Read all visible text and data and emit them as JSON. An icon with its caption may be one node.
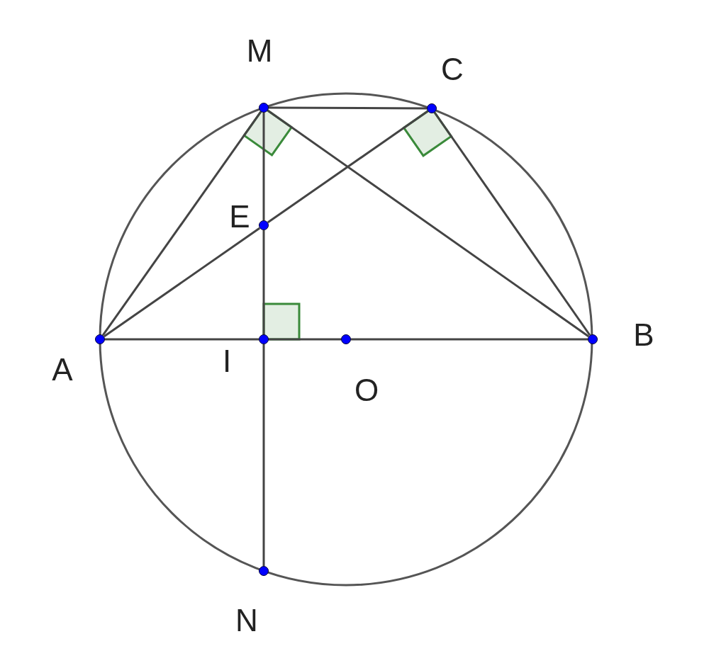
{
  "diagram": {
    "nodes": [
      {
        "text": [],
        "shape": "circle",
        "beside": [
          "M"
        ]
      },
      {
        "text": [],
        "shape": "circle",
        "beside": [
          "C"
        ]
      },
      {
        "text": [],
        "shape": "circle",
        "beside": [
          "E"
        ]
      },
      {
        "text": [],
        "shape": "circle",
        "beside": [
          "A"
        ]
      },
      {
        "text": [],
        "shape": "circle",
        "beside": [
          "I"
        ]
      },
      {
        "text": [],
        "shape": "circle",
        "beside": [
          "O"
        ]
      },
      {
        "text": [],
        "shape": "circle",
        "beside": [
          "B"
        ]
      },
      {
        "text": [],
        "shape": "circle",
        "beside": [
          "N"
        ]
      }
    ],
    "edges": [
      {
        "from": 0,
        "to": 1,
        "arrow": "none"
      },
      {
        "from": 0,
        "to": 3,
        "arrow": "none"
      },
      {
        "from": 0,
        "to": 6,
        "arrow": "none"
      },
      {
        "from": 3,
        "to": 2,
        "arrow": "none"
      },
      {
        "from": 2,
        "to": 1,
        "arrow": "none"
      },
      {
        "from": 1,
        "to": 6,
        "arrow": "none"
      },
      {
        "from": 3,
        "to": 4,
        "arrow": "none"
      },
      {
        "from": 4,
        "to": 5,
        "arrow": "none"
      },
      {
        "from": 5,
        "to": 6,
        "arrow": "none"
      },
      {
        "from": 0,
        "to": 2,
        "arrow": "none"
      },
      {
        "from": 2,
        "to": 4,
        "arrow": "none"
      },
      {
        "from": 4,
        "to": 7,
        "arrow": "none"
      }
    ]
  }
}
